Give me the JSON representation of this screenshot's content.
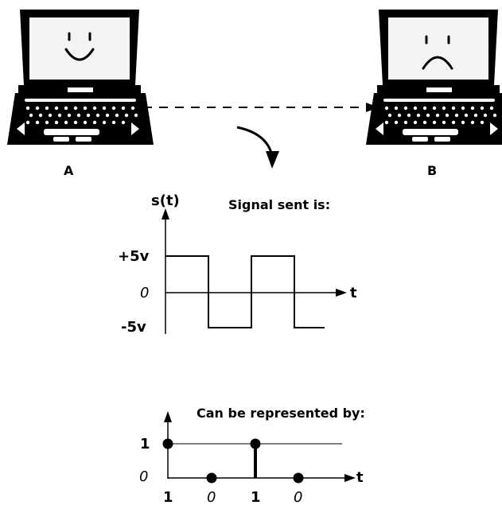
{
  "laptops": {
    "left": {
      "label": "A",
      "face": "smile"
    },
    "right": {
      "label": "B",
      "face": "frown"
    }
  },
  "signal": {
    "y_axis_label": "s(t)",
    "title": "Signal sent is:",
    "tick_high": "+5v",
    "tick_zero": "0",
    "tick_low": "-5v",
    "x_axis_label": "t"
  },
  "representation": {
    "title": "Can be represented by:",
    "tick_one": "1",
    "tick_zero": "0",
    "x_axis_label": "t",
    "bits": [
      "1",
      "0",
      "1",
      "0"
    ]
  },
  "colors": {
    "ink": "#000000",
    "background": "#ffffff",
    "screen": "#f4f4f4"
  }
}
